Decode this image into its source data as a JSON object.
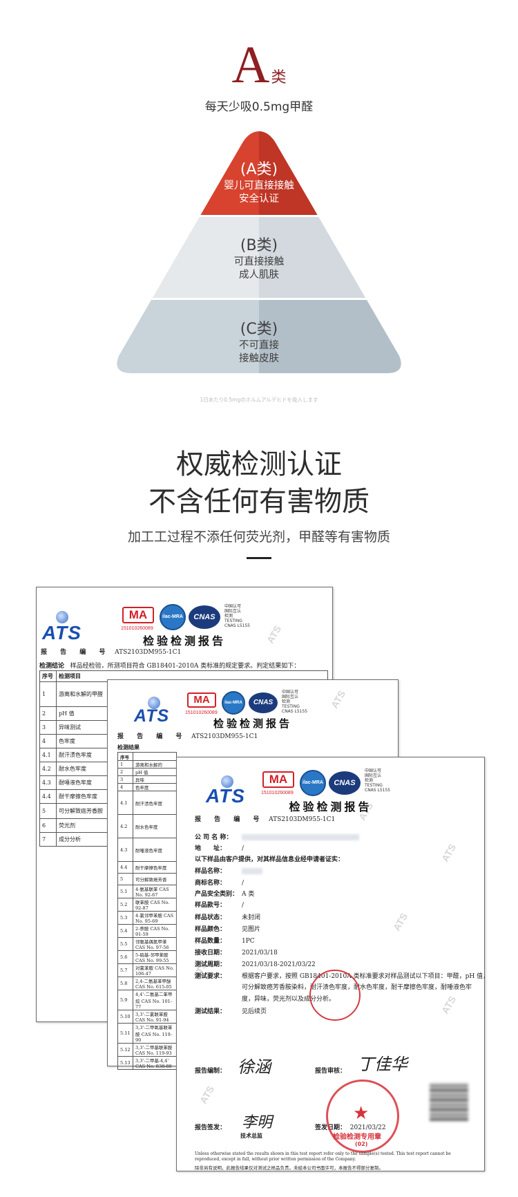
{
  "hero": {
    "letter": "A",
    "letter_suffix": "类",
    "subtitle": "每天少吸0.5mg甲醛",
    "colors": {
      "accent": "#8e1f22",
      "tier_a": "#d7432f",
      "tier_b": "#e5e9ec",
      "tier_c": "#c5d0d7"
    }
  },
  "pyramid": {
    "tiers": [
      {
        "class": "(A类)",
        "line1": "婴儿可直接接触",
        "line2": "安全认证"
      },
      {
        "class": "(B类)",
        "line1": "可直接接触",
        "line2": "成人肌肤"
      },
      {
        "class": "(C类)",
        "line1": "不可直接",
        "line2": "接触皮肤"
      }
    ],
    "note": "1日あたり0.5mgのホルムアルデヒドを吸入します"
  },
  "section2": {
    "headline1": "权威检测认证",
    "headline2": "不含任何有害物质",
    "tagline": "加工工过程不添任何荧光剂，甲醛等有害物质"
  },
  "report": {
    "logo": "ATS",
    "ma": "MA",
    "ma_number": "151010260089",
    "ilac": "ilac-MRA",
    "cnas": "CNAS",
    "cnas_note": [
      "中国认可",
      "国际互认",
      "检测",
      "TESTING",
      "CNAS L5155"
    ],
    "title": "检验检测报告",
    "report_no_label": "报 告 编 号",
    "report_no": "ATS2103DM955-1C1",
    "watermark": "ATS"
  },
  "doc1": {
    "conclusion_label": "检测结论",
    "conclusion_text": "样品经检验，所测项目符合 GB18401-2010A 类标准的规定要求。判定结果如下：",
    "col_no": "序号",
    "col_item": "检测项目",
    "rows": [
      {
        "no": "1",
        "item": "游离和水解的甲醛"
      },
      {
        "no": "2",
        "item": "pH 值"
      },
      {
        "no": "3",
        "item": "异味测试"
      },
      {
        "no": "4",
        "item": "色牢度"
      },
      {
        "no": "4.1",
        "item": "耐汗渍色牢度"
      },
      {
        "no": "4.2",
        "item": "耐水色牢度"
      },
      {
        "no": "4.3",
        "item": "耐唾液色牢度"
      },
      {
        "no": "4.4",
        "item": "耐干摩擦色牢度"
      },
      {
        "no": "5",
        "item": "可分解致癌芳香胺"
      },
      {
        "no": "6",
        "item": "荧光剂"
      },
      {
        "no": "7",
        "item": "成分分析"
      }
    ]
  },
  "doc2": {
    "results_label": "检测结果",
    "col_no": "序号",
    "rows": [
      {
        "no": "1",
        "item": "游离和水解的"
      },
      {
        "no": "2",
        "item": "pH 值"
      },
      {
        "no": "3",
        "item": "异味"
      },
      {
        "no": "4",
        "item": "色牢度"
      },
      {
        "no": "4.1",
        "item": "耐汗渍色牢度"
      },
      {
        "no": "4.2",
        "item": "耐水色牢度"
      },
      {
        "no": "4.3",
        "item": "耐唾液色牢度"
      },
      {
        "no": "4.4",
        "item": "耐干摩擦色牢度"
      },
      {
        "no": "5",
        "item": "可分解致癌芳香"
      },
      {
        "no": "5.1",
        "item": "4-氨基联苯 CAS No. 92-67"
      },
      {
        "no": "5.2",
        "item": "联苯胺 CAS No. 92-87"
      },
      {
        "no": "5.3",
        "item": "4-氯邻甲苯胺 CAS No. 95-69"
      },
      {
        "no": "5.4",
        "item": "2-萘胺 CAS No. 91-59"
      },
      {
        "no": "5.5",
        "item": "邻氨基偶氮甲苯 CAS No. 97-56"
      },
      {
        "no": "5.6",
        "item": "5-硝基-邻甲苯胺 CAS No. 99-55"
      },
      {
        "no": "5.7",
        "item": "对氯苯胺 CAS No. 106-47"
      },
      {
        "no": "5.8",
        "item": "2,4-二氨基苯甲醚 CAS No. 615-05"
      },
      {
        "no": "5.9",
        "item": "4,4'-二氨基二苯甲烷 CAS No. 101-77"
      },
      {
        "no": "5.10",
        "item": "3,3'-二氯联苯胺 CAS No. 91-94"
      },
      {
        "no": "5.11",
        "item": "3,3'-二甲氧基联苯胺 CAS No. 119-90"
      },
      {
        "no": "5.12",
        "item": "3,3'-二甲基联苯胺 CAS No. 119-93"
      },
      {
        "no": "5.13",
        "item": "3,3'-二甲基-4,4' CAS No. 838-88"
      }
    ]
  },
  "doc3": {
    "fields": [
      {
        "label": "公 司 名 称：",
        "value": ""
      },
      {
        "label": "地　　址：",
        "value": "/"
      },
      {
        "label": "以下样品由客户提供，对其样品信息业经申请者证实：",
        "value": ""
      },
      {
        "label": "样品名称：",
        "value": ""
      },
      {
        "label": "商标名称：",
        "value": "/"
      },
      {
        "label": "产品安全类别：",
        "value": "A 类"
      },
      {
        "label": "样品款号：",
        "value": "/"
      },
      {
        "label": "样品状态：",
        "value": "未封闭"
      },
      {
        "label": "样品颜色：",
        "value": "见图片"
      },
      {
        "label": "样品数量：",
        "value": "1PC"
      },
      {
        "label": "接收日期：",
        "value": "2021/03/18"
      },
      {
        "label": "测试周期：",
        "value": "2021/03/18-2021/03/22"
      },
      {
        "label": "测试要求：",
        "value": "根据客户要求，按照 GB18401-2010A 类标准要求对样品测试以下项目：甲醛，pH 值，"
      },
      {
        "label": "",
        "value": "可分解致癌芳香胺染料，耐汗渍色牢度，耐水色牢度，耐干摩擦色牢度，耐唾液色牢"
      },
      {
        "label": "",
        "value": "度，异味，荧光剂以及成分分析。"
      },
      {
        "label": "测试结果：",
        "value": "见后续页"
      }
    ],
    "compiler_label": "报告编制：",
    "compiler_sign": "徐涵",
    "reviewer_label": "报告审核：",
    "reviewer_sign": "丁佳华",
    "issuer_label": "报告签发：",
    "issuer_sign": "李明",
    "issuer_title": "技术总监",
    "issue_date_label": "签发日期：",
    "issue_date": "2021/03/22",
    "seal_text": "检验检测专用章",
    "seal_no": "(02)",
    "disclaimer_en": "Unless otherwise stated the results shown in this test report refer only to the sample(s) tested. This test report cannot be reproduced, except in full, without prior written permission of the Company.",
    "disclaimer_cn": "除非另有说明，此报告结果仅对测试之样品负责。未经本公司书面许可，本报告不得部分复制。"
  }
}
